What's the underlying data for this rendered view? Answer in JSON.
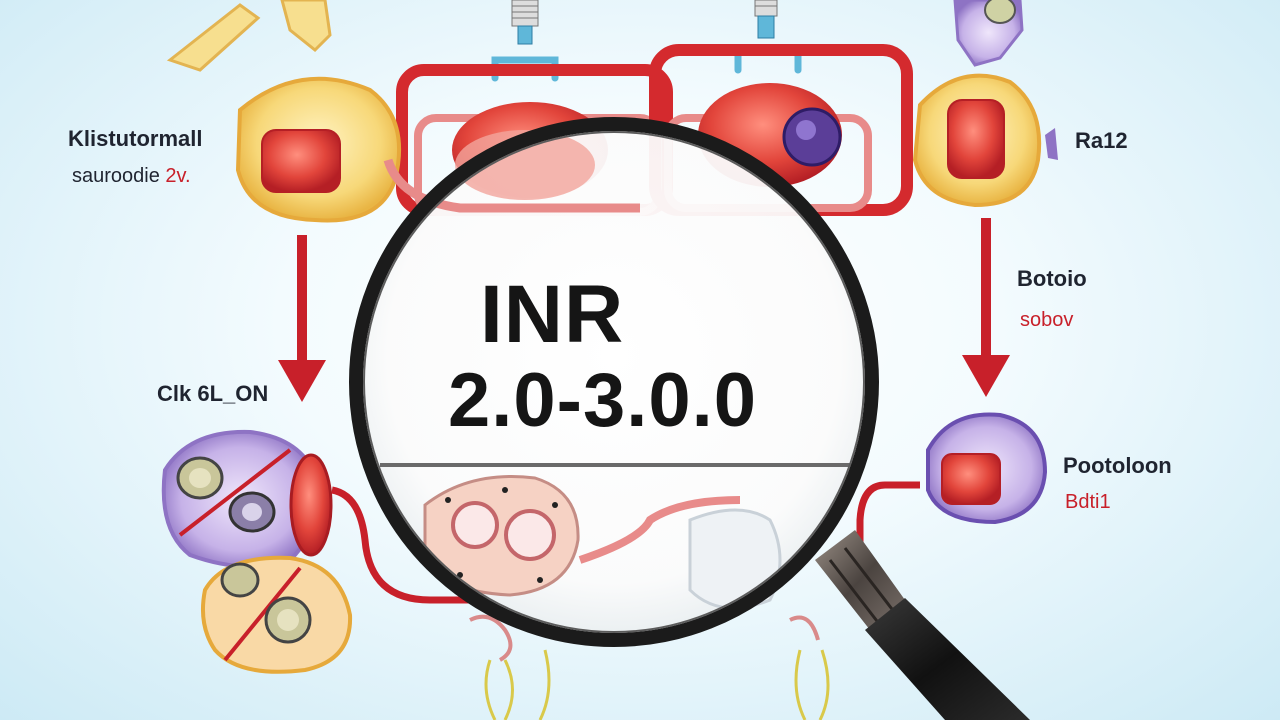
{
  "labels": {
    "top_left_line1": "Klistutormall",
    "top_left_line2a": "sauroodie",
    "top_left_line2b": "2v.",
    "top_right": "Ra12",
    "mid_right_line1": "Botoio",
    "mid_right_line2": "sobov",
    "mid_left": "Clk 6L_ON",
    "bottom_right_line1": "Pootoloon",
    "bottom_right_line2": "Bdti1"
  },
  "lens": {
    "title": "INR",
    "range": "2.0-3.0.0"
  },
  "colors": {
    "arrow_red": "#c8202a",
    "vessel_red": "#d42a2e",
    "cell_yellow": "#f6d067",
    "cell_purple": "#b9a3de",
    "lens_rim": "#1b1b1b"
  }
}
